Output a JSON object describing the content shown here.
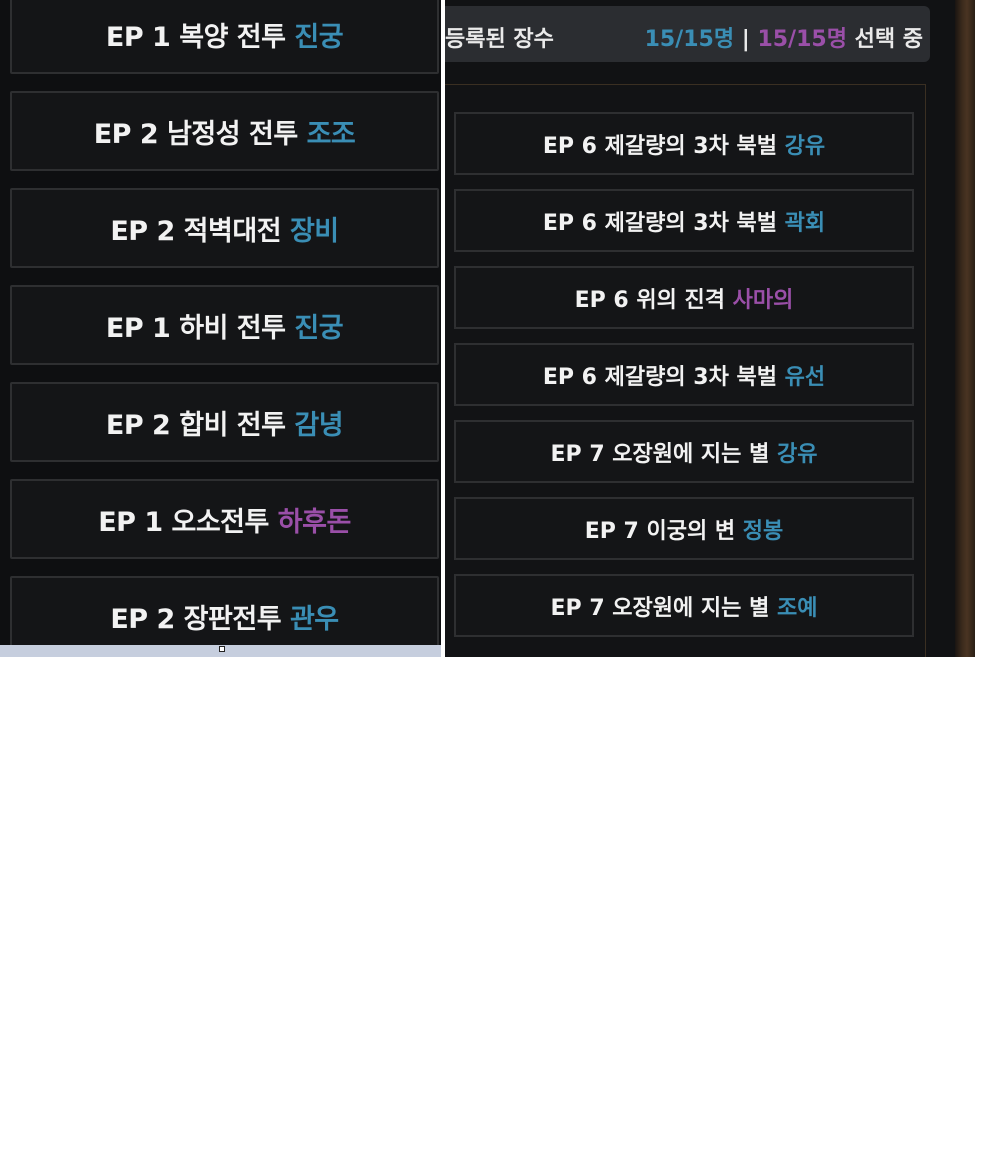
{
  "left_list": [
    {
      "label": "EP 1 복양 전투",
      "name": "진궁",
      "name_color": "blue"
    },
    {
      "label": "EP 2 남정성 전투",
      "name": "조조",
      "name_color": "blue"
    },
    {
      "label": "EP 2 적벽대전",
      "name": "장비",
      "name_color": "blue"
    },
    {
      "label": "EP 1 하비 전투",
      "name": "진궁",
      "name_color": "blue"
    },
    {
      "label": "EP 2 합비 전투",
      "name": "감녕",
      "name_color": "blue"
    },
    {
      "label": "EP 1 오소전투",
      "name": "하후돈",
      "name_color": "purple"
    },
    {
      "label": "EP 2 장판전투",
      "name": "관우",
      "name_color": "blue"
    }
  ],
  "header": {
    "title": "등록된 장수",
    "count_blue": "15/15명",
    "separator": " | ",
    "count_purple": "15/15명",
    "suffix": " 선택 중"
  },
  "right_list": [
    {
      "label": "EP 6 제갈량의 3차 북벌",
      "name": "강유",
      "name_color": "blue"
    },
    {
      "label": "EP 6 제갈량의 3차 북벌",
      "name": "곽회",
      "name_color": "blue"
    },
    {
      "label": "EP 6 위의 진격",
      "name": "사마의",
      "name_color": "purple"
    },
    {
      "label": "EP 6 제갈량의 3차 북벌",
      "name": "유선",
      "name_color": "blue"
    },
    {
      "label": "EP 7 오장원에 지는 별",
      "name": "강유",
      "name_color": "blue"
    },
    {
      "label": "EP 7 이궁의 변",
      "name": "정봉",
      "name_color": "blue"
    },
    {
      "label": "EP 7 오장원에 지는 별",
      "name": "조예",
      "name_color": "blue"
    }
  ],
  "colors": {
    "blue": "#3a8eb5",
    "purple": "#9a4fa8",
    "panel_bg": "#0e0f11",
    "item_bg": "#141517",
    "item_border": "#2e2f31"
  }
}
